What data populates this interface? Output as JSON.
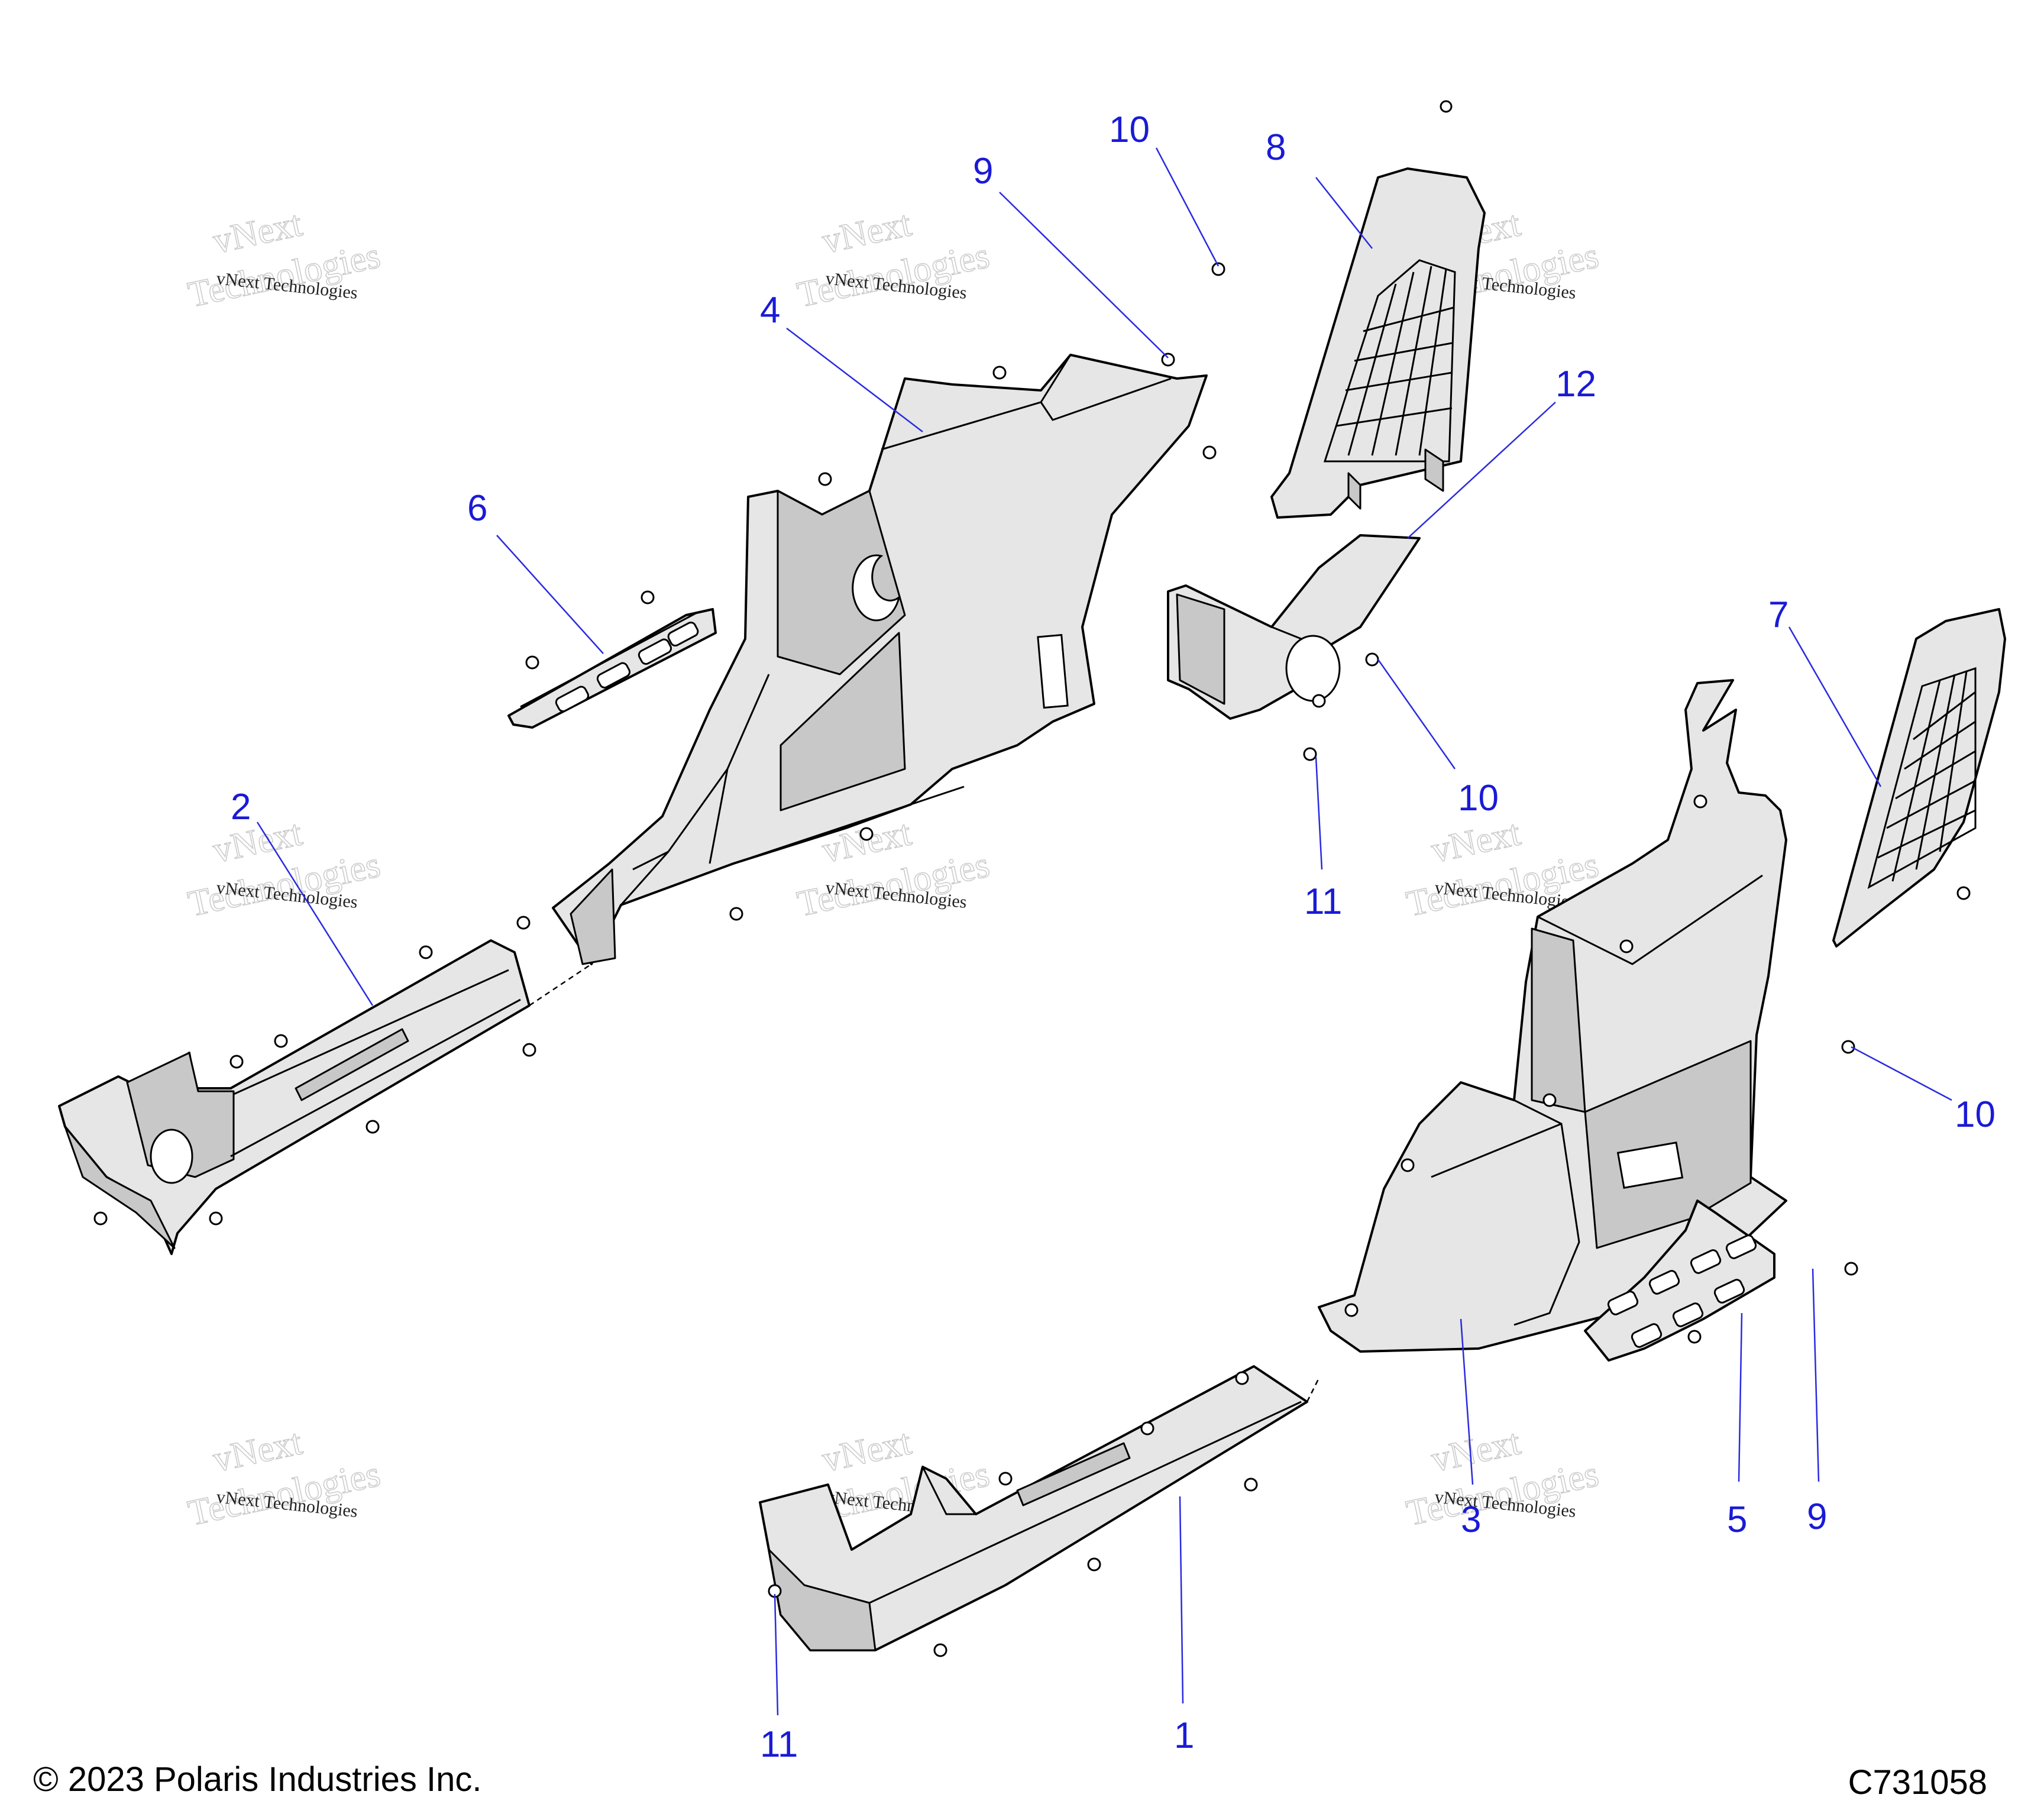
{
  "callouts": {
    "c1": "1",
    "c2": "2",
    "c3": "3",
    "c4": "4",
    "c5": "5",
    "c6": "6",
    "c7": "7",
    "c8": "8",
    "c9a": "9",
    "c9b": "9",
    "c10a": "10",
    "c10b": "10",
    "c10c": "10",
    "c11a": "11",
    "c11b": "11",
    "c12": "12"
  },
  "watermark": {
    "line1": "vNext",
    "line2": "Technologies",
    "small": "vNext Technologies"
  },
  "footer": {
    "copyright": "© 2023 Polaris Industries Inc.",
    "drawing_number": "C731058"
  },
  "colors": {
    "callout": "#1a1ad6",
    "part_fill": "#e6e6e6",
    "line": "#000000"
  }
}
